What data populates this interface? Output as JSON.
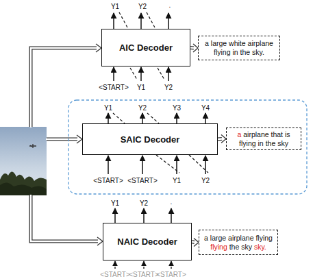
{
  "diagram": {
    "nodes": [
      {
        "text": [
          "AIC Decoder"
        ]
      },
      {
        "text": [
          "a large white airplane flying in the sky."
        ]
      },
      {
        "text": [
          "SAIC Decoder"
        ]
      },
      {
        "text": [
          "a airplane that is flying in the sky"
        ]
      },
      {
        "text": [
          "NAIC Decoder"
        ]
      },
      {
        "text": [
          "a large airplane flying flying the sky sky."
        ]
      }
    ],
    "edges": [
      {
        "from": 0,
        "to": 1,
        "arrow": "to"
      },
      {
        "from": 2,
        "to": 3,
        "arrow": "to"
      },
      {
        "from": 4,
        "to": 5,
        "arrow": "to"
      }
    ],
    "labels": [
      "Y1",
      "Y2",
      ".",
      "<START>",
      "Y1",
      "Y2",
      "Y1",
      "Y2",
      "Y3",
      "Y4",
      "<START>",
      "<START>",
      "Y1",
      "Y2",
      "Y1",
      "Y2",
      ".",
      "<START>",
      "<START>",
      "<START>"
    ]
  }
}
